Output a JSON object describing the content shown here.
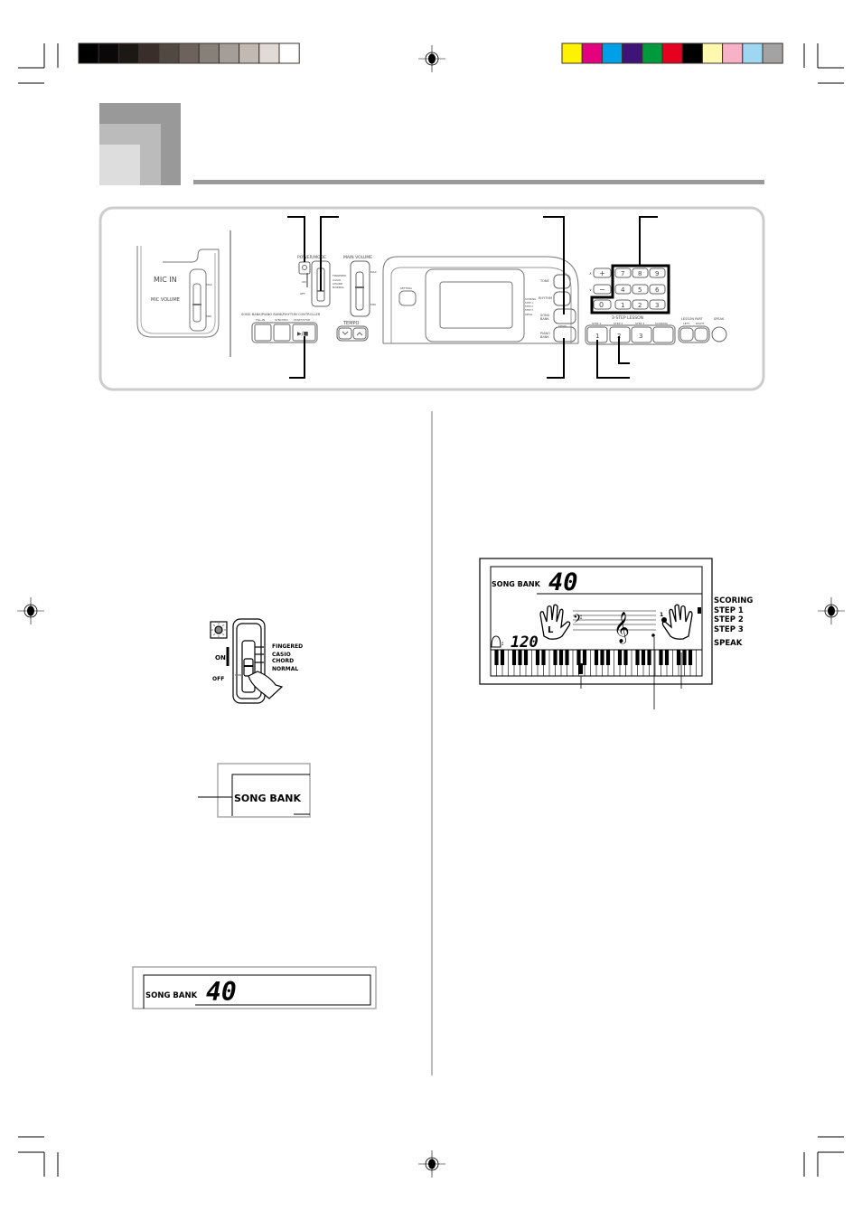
{
  "print_marks": {
    "gray_swatches": [
      "#000000",
      "#0a0808",
      "#1c1816",
      "#3a2e2a",
      "#524842",
      "#6e625c",
      "#878079",
      "#a59d97",
      "#c2b9b3",
      "#e0dbd6",
      "#ffffff"
    ],
    "color_swatches": [
      "#fff200",
      "#e4007f",
      "#00a0e9",
      "#3f1478",
      "#009a3e",
      "#e60020",
      "#000000",
      "#fff9b0",
      "#f7b2c8",
      "#9fd6f2",
      "#a3a3a3"
    ]
  },
  "panel": {
    "mic_in": "MIC IN",
    "mic_volume": "MIC VOLUME",
    "max": "MAX",
    "min": "MIN",
    "power_mode": "POWER/MODE",
    "on": "ON",
    "off": "OFF",
    "fingered": "FINGERED",
    "casio": "CASIO",
    "chord": "CHORD",
    "normal": "NORMAL",
    "main_volume": "MAIN VOLUME",
    "controller": "SONG BANK/PIANO BANK/RHYTHM CONTROLLER",
    "fill_in": "FILL-IN",
    "synchro": "SYNCHRO",
    "start_stop": "START/STOP",
    "start_stop_symbol": "▶/■",
    "tempo": "TEMPO",
    "setting": "SETTING",
    "tone": "TONE",
    "rhythm": "RHYTHM",
    "song": "SONG",
    "piano": "PIANO",
    "bank": "BANK",
    "demo": "DEMO",
    "lcd_indicators": [
      "SCORING",
      "STEP 1",
      "STEP 2",
      "STEP 3",
      "SPEAK"
    ],
    "plus": "+",
    "minus": "−",
    "up_mark": "∧",
    "down_mark": "∨",
    "keypad": [
      "7",
      "8",
      "9",
      "4",
      "5",
      "6",
      "1",
      "2",
      "3",
      "0"
    ],
    "lesson_title": "3-STEP LESSON",
    "step_labels": [
      "STEP 1",
      "STEP 2",
      "STEP 3",
      "SCORING"
    ],
    "step_numbers": [
      "1",
      "2",
      "3"
    ],
    "lesson_part": "LESSON PART",
    "left": "LEFT",
    "right": "RIGHT",
    "speak": "SPEAK"
  },
  "power_diagram": {
    "on": "ON",
    "off": "OFF",
    "fingered": "FINGERED",
    "casio": "CASIO",
    "chord": "CHORD",
    "normal": "NORMAL"
  },
  "small_display": {
    "label": "SONG BANK"
  },
  "song_display": {
    "label": "SONG BANK",
    "number": "40"
  },
  "lesson_display": {
    "label": "SONG BANK",
    "number": "40",
    "tempo": "120",
    "hand_left": "L",
    "finger_number": "1",
    "indicators": [
      "SCORING",
      "STEP 1",
      "STEP 2",
      "STEP 3",
      "SPEAK"
    ]
  }
}
